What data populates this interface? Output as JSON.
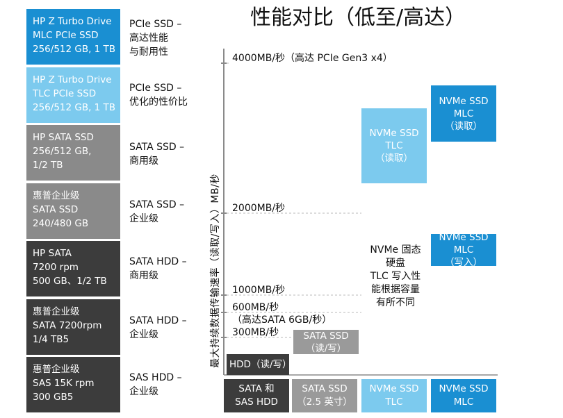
{
  "colors": {
    "blue": "#1a8fd2",
    "light_blue": "#7ccaee",
    "gray": "#8a8a8a",
    "dark": "#3c3c3c",
    "mid_gray": "#9a9a9a"
  },
  "legend": [
    {
      "label": "HP Z Turbo Drive\nMLC PCIe SSD\n256/512 GB, 1 TB",
      "desc": "PCIe SSD –\n高达性能\n与耐用性",
      "color": "#1a8fd2"
    },
    {
      "label": "HP Z Turbo Drive\nTLC PCIe SSD\n256/512 GB, 1 TB",
      "desc": "PCIe SSD –\n优化的性价比",
      "color": "#7ccaee"
    },
    {
      "label": "HP SATA SSD\n256/512 GB,\n1/2 TB",
      "desc": "SATA SSD –\n商用级",
      "color": "#8a8a8a"
    },
    {
      "label": "惠普企业级\nSATA SSD\n240/480 GB",
      "desc": "SATA SSD –\n企业级",
      "color": "#8a8a8a"
    },
    {
      "label": "HP SATA\n7200 rpm\n500 GB、1/2 TB",
      "desc": "SATA HDD –\n商用级",
      "color": "#3c3c3c"
    },
    {
      "label": "惠普企业级\nSATA 7200rpm\n1/4 TB5",
      "desc": "SATA HDD –\n企业级",
      "color": "#3c3c3c"
    },
    {
      "label": "惠普企业级\nSAS 15K rpm\n300 GB5",
      "desc": "SAS HDD –\n企业级",
      "color": "#3c3c3c"
    }
  ],
  "chart_data": {
    "type": "bar",
    "title": "性能对比（低至/高达）",
    "ylabel": "最大持续数据传输速率（读取/写入）MB/秒",
    "ticks": [
      {
        "value": 4000,
        "label": "4000MB/秒（高达 PCIe Gen3 x4）"
      },
      {
        "value": 2000,
        "label": "2000MB/秒"
      },
      {
        "value": 1000,
        "label": "1000MB/秒"
      },
      {
        "value": 600,
        "label": "600MB/秒\n（高达SATA 6GB/秒）"
      },
      {
        "value": 300,
        "label": "300MB/秒"
      }
    ],
    "categories": [
      {
        "label": "SATA 和\nSAS HDD",
        "color": "#3c3c3c"
      },
      {
        "label": "SATA SSD\n（2.5 英寸）",
        "color": "#9a9a9a"
      },
      {
        "label": "NVMe SSD\nTLC",
        "color": "#7ccaee"
      },
      {
        "label": "NVMe SSD\nMLC",
        "color": "#1a8fd2"
      }
    ],
    "bars": [
      {
        "label": "HDD（读/写）",
        "category": 0,
        "low": 0,
        "high": 120,
        "color": "#3c3c3c"
      },
      {
        "label": "SATA SSD\n（读/写）",
        "category": 1,
        "low": 120,
        "high": 450,
        "color": "#9a9a9a"
      },
      {
        "label": "NVMe SSD\nTLC\n（读取）",
        "category": 2,
        "low": 2400,
        "high": 3400,
        "color": "#7ccaee"
      },
      {
        "label": "NVMe SSD\nMLC\n（读取）",
        "category": 3,
        "low": 2950,
        "high": 3700,
        "color": "#1a8fd2"
      },
      {
        "label": "NVMe SSD\nMLC\n（写入）",
        "category": 3,
        "low": 1360,
        "high": 1750,
        "color": "#1a8fd2"
      }
    ],
    "note": "NVMe 固态\n硬盘\nTLC 写入性\n能根据容量\n有所不同",
    "ylim": [
      0,
      4000
    ],
    "grid": true
  }
}
